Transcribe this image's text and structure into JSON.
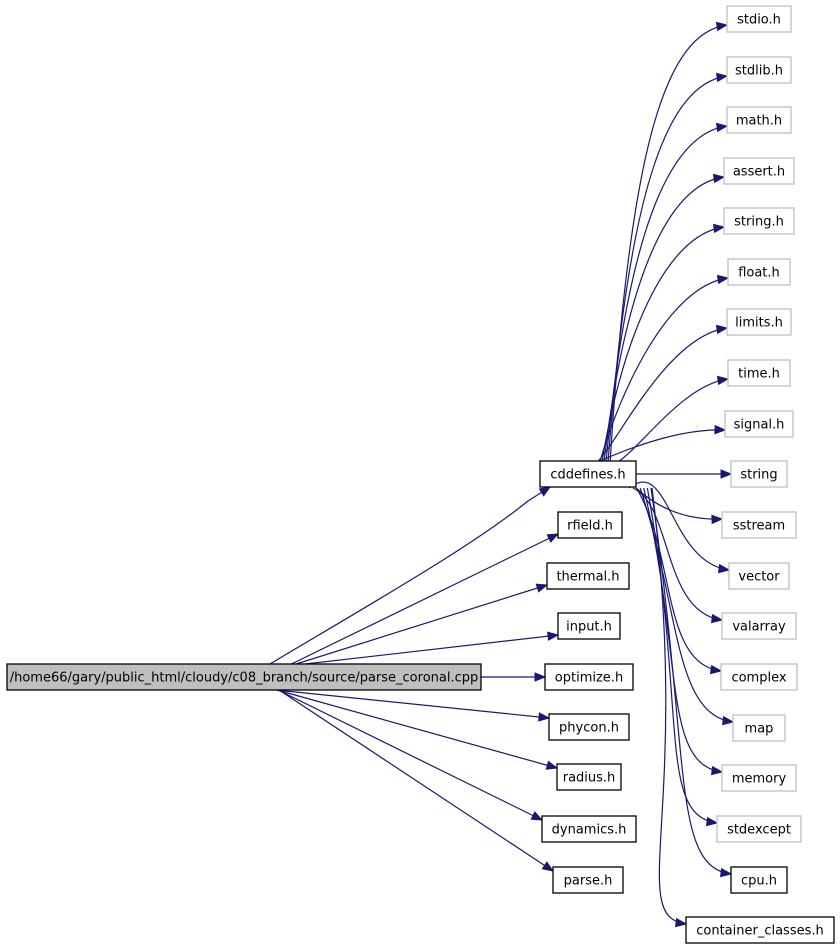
{
  "graph": {
    "root": {
      "label": "/home66/gary/public_html/cloudy/c08_branch/source/parse_coronal.cpp"
    },
    "hub": {
      "label": "cddefines.h"
    },
    "direct_includes": [
      {
        "label": "rfield.h"
      },
      {
        "label": "thermal.h"
      },
      {
        "label": "input.h"
      },
      {
        "label": "optimize.h"
      },
      {
        "label": "phycon.h"
      },
      {
        "label": "radius.h"
      },
      {
        "label": "dynamics.h"
      },
      {
        "label": "parse.h"
      }
    ],
    "hub_includes": [
      {
        "label": "stdio.h",
        "documented": false
      },
      {
        "label": "stdlib.h",
        "documented": false
      },
      {
        "label": "math.h",
        "documented": false
      },
      {
        "label": "assert.h",
        "documented": false
      },
      {
        "label": "string.h",
        "documented": false
      },
      {
        "label": "float.h",
        "documented": false
      },
      {
        "label": "limits.h",
        "documented": false
      },
      {
        "label": "time.h",
        "documented": false
      },
      {
        "label": "signal.h",
        "documented": false
      },
      {
        "label": "string",
        "documented": false
      },
      {
        "label": "sstream",
        "documented": false
      },
      {
        "label": "vector",
        "documented": false
      },
      {
        "label": "valarray",
        "documented": false
      },
      {
        "label": "complex",
        "documented": false
      },
      {
        "label": "map",
        "documented": false
      },
      {
        "label": "memory",
        "documented": false
      },
      {
        "label": "stdexcept",
        "documented": false
      },
      {
        "label": "cpu.h",
        "documented": true
      },
      {
        "label": "container_classes.h",
        "documented": true
      }
    ]
  },
  "colors": {
    "edge": "#191970",
    "root_fill": "#bfbfbf",
    "documented_border": "#000000",
    "undocumented_border": "#bfbfbf",
    "node_fill": "#ffffff"
  }
}
